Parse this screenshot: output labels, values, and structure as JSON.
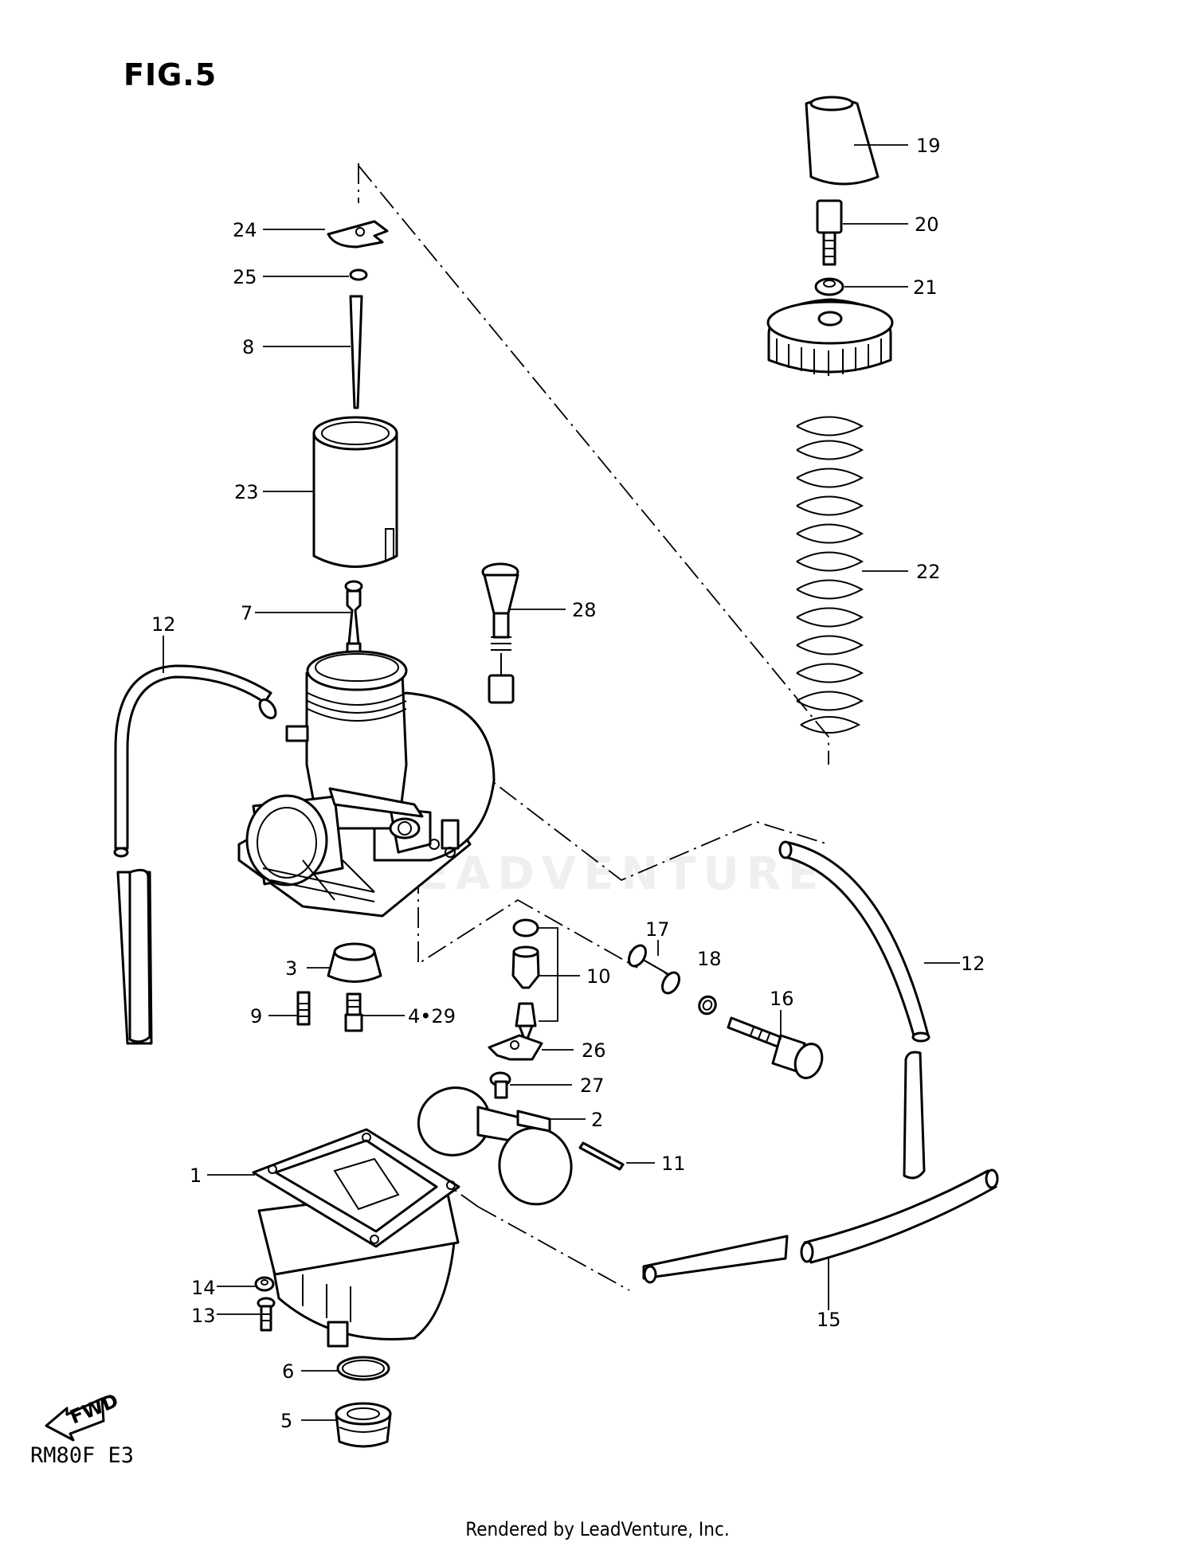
{
  "figure_title": "FIG.5",
  "model_code": "RM80F E3",
  "footer": "Rendered by LeadVenture, Inc.",
  "watermark": "LEADVENTURE",
  "fwd_badge": "FWD",
  "callouts": {
    "c1": "1",
    "c2": "2",
    "c3": "3",
    "c4_29": "4•29",
    "c5": "5",
    "c6": "6",
    "c7": "7",
    "c8": "8",
    "c9": "9",
    "c10": "10",
    "c11": "11",
    "c12a": "12",
    "c12b": "12",
    "c13": "13",
    "c14": "14",
    "c15": "15",
    "c16": "16",
    "c17": "17",
    "c18": "18",
    "c19": "19",
    "c20": "20",
    "c21": "21",
    "c22": "22",
    "c23": "23",
    "c24": "24",
    "c25": "25",
    "c26": "26",
    "c27": "27",
    "c28": "28"
  }
}
